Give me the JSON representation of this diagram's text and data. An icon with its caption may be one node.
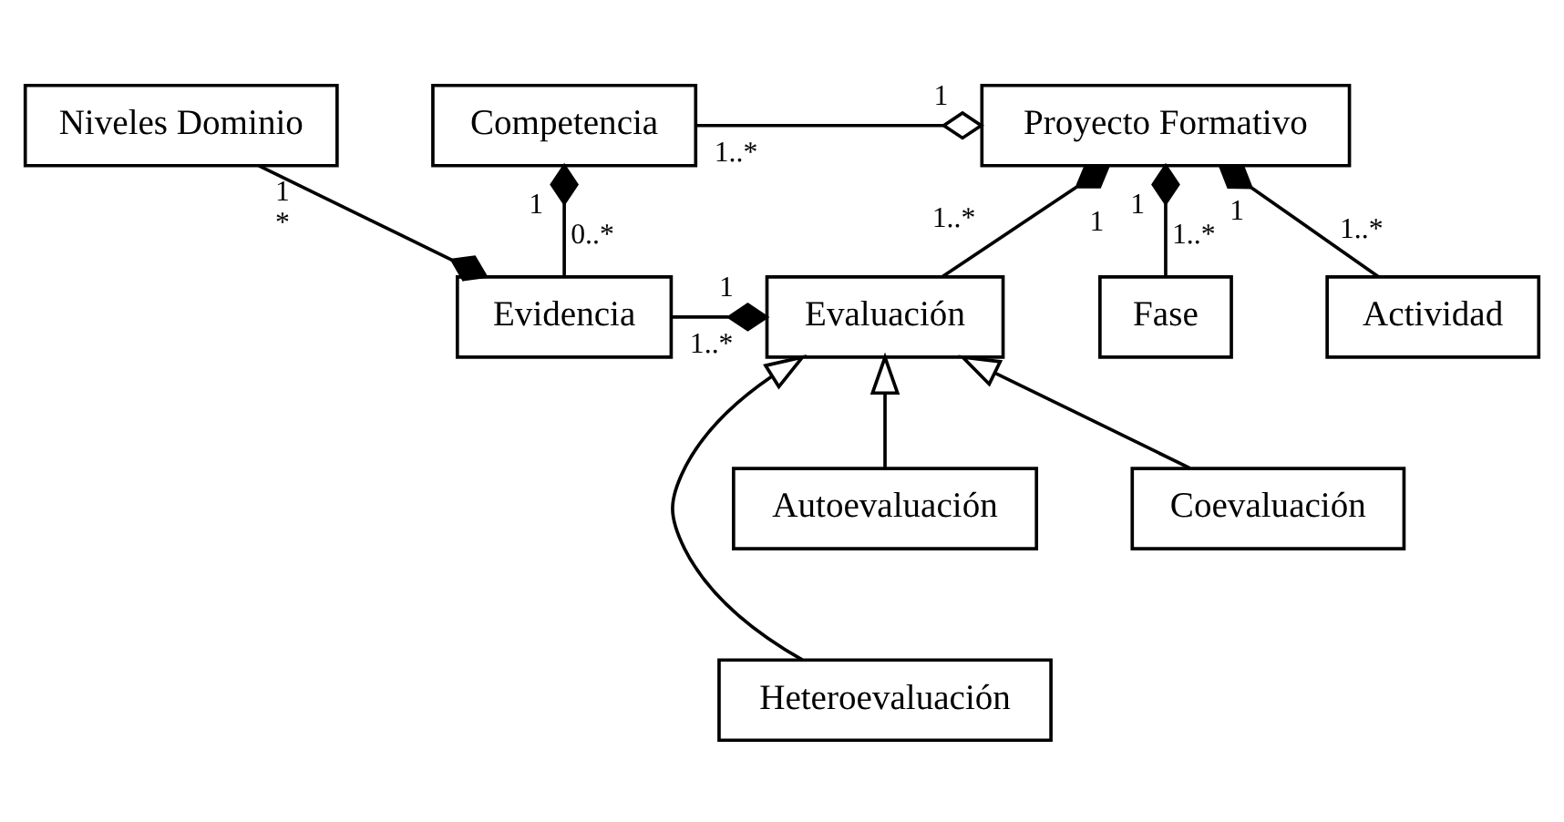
{
  "diagram": {
    "nodes": [
      {
        "text": [
          "Niveles Dominio"
        ]
      },
      {
        "text": [
          "Competencia"
        ]
      },
      {
        "text": [
          "Proyecto Formativo"
        ]
      },
      {
        "text": [
          "Evidencia"
        ]
      },
      {
        "text": [
          "Evaluación"
        ]
      },
      {
        "text": [
          "Fase"
        ]
      },
      {
        "text": [
          "Actividad"
        ]
      },
      {
        "text": [
          "Autoevaluación"
        ]
      },
      {
        "text": [
          "Coevaluación"
        ]
      },
      {
        "text": [
          "Heteroevaluación"
        ]
      }
    ],
    "edges": [
      {
        "from": 0,
        "to": 3,
        "arrow": "other"
      },
      {
        "from": 3,
        "to": 1,
        "arrow": "other"
      },
      {
        "from": 1,
        "to": 2,
        "arrow": "other"
      },
      {
        "from": 4,
        "to": 2,
        "arrow": "other"
      },
      {
        "from": 5,
        "to": 2,
        "arrow": "other"
      },
      {
        "from": 6,
        "to": 2,
        "arrow": "other"
      },
      {
        "from": 3,
        "to": 4,
        "arrow": "other"
      },
      {
        "from": 7,
        "to": 4,
        "arrow": "to"
      },
      {
        "from": 9,
        "to": 4,
        "arrow": "to"
      },
      {
        "from": 8,
        "to": 4,
        "arrow": "to"
      }
    ],
    "labels": [
      "1",
      "*",
      "1",
      "1..*",
      "1",
      "1",
      "1",
      "1",
      "0..*",
      "1..*",
      "1..*",
      "1..*",
      "1..*",
      "1"
    ]
  }
}
